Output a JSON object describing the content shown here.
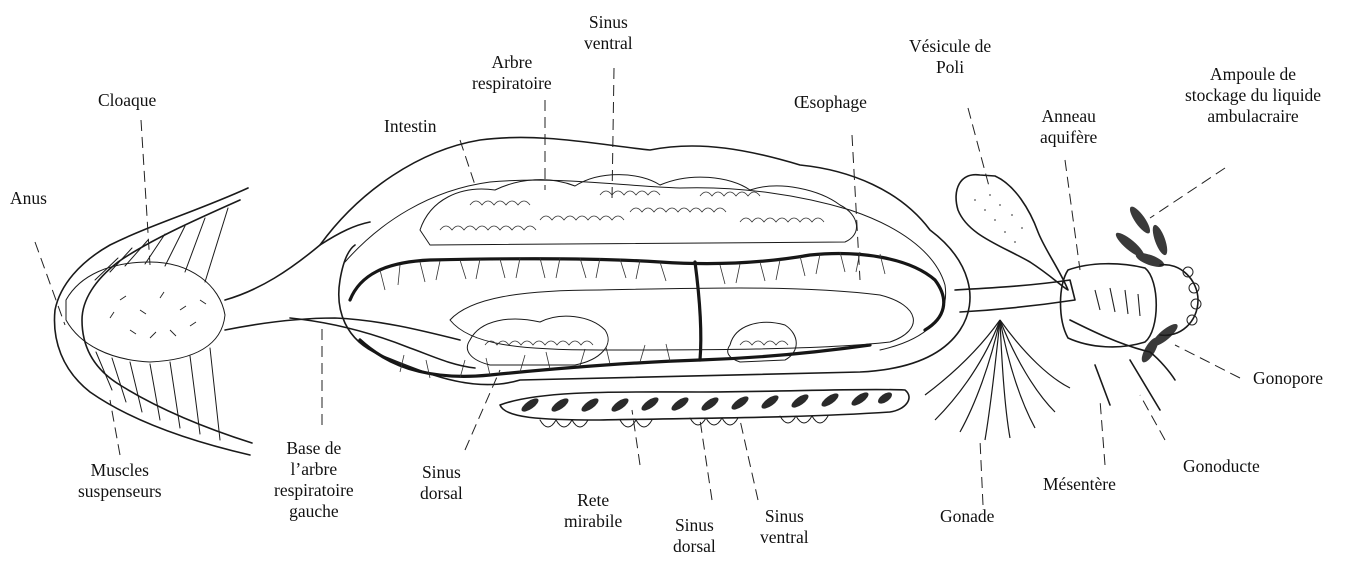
{
  "diagram": {
    "labels": {
      "anus": "Anus",
      "cloaque": "Cloaque",
      "muscles": "Muscles\nsuspenseurs",
      "base_arbre": "Base de\nl’arbre\nrespiratoire\ngauche",
      "intestin": "Intestin",
      "arbre_respiratoire": "Arbre\nrespiratoire",
      "sinus_ventral_top": "Sinus\nventral",
      "sinus_dorsal_left": "Sinus\ndorsal",
      "rete_mirabile": "Rete\nmirabile",
      "sinus_dorsal_bottom": "Sinus\ndorsal",
      "sinus_ventral_bottom": "Sinus\nventral",
      "oesophage": "Œsophage",
      "vesicule_poli": "Vésicule de\nPoli",
      "gonade": "Gonade",
      "anneau_aquifere": "Anneau\naquifère",
      "ampoule": "Ampoule de\nstockage du liquide\nambulacraire",
      "gonopore": "Gonopore",
      "mesentere": "Mésentère",
      "gonoducte": "Gonoducte"
    }
  }
}
